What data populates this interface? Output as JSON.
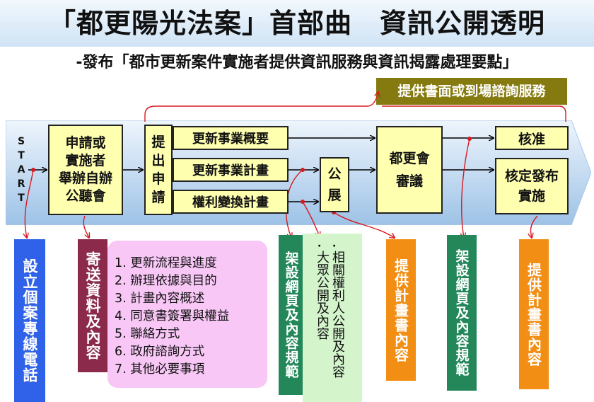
{
  "header": {
    "title": "「都更陽光法案」首部曲　資訊公開透明",
    "subtitle": "-發布「都市更新案件實施者提供資訊服務與資訊揭露處理要點」"
  },
  "service_box": "提供書面或到場諮詢服務",
  "start_letters": [
    "S",
    "T",
    "A",
    "R",
    "T"
  ],
  "flow": {
    "apply": [
      "申請或",
      "實施者",
      "舉辦自辦",
      "公聽會"
    ],
    "submit": [
      "提",
      "出",
      "申",
      "請"
    ],
    "items": [
      "更新事業概要",
      "更新事業計畫",
      "權利變換計畫"
    ],
    "exhibit": [
      "公",
      "展"
    ],
    "review": [
      "都更會",
      "審議"
    ],
    "approve": "核准",
    "publish": [
      "核定發布",
      "實施"
    ]
  },
  "bars": {
    "b1": "設立個案專線電話",
    "b2": "寄送資料及內容",
    "b3": "架設網頁及內容規範",
    "b4": "提供計畫書內容",
    "b5": "架設網頁及內容規範",
    "b6": "提供計畫書內容"
  },
  "mail_list": [
    "1. 更新流程與進度",
    "2. 辦理依據與目的",
    "3. 計畫內容概述",
    "4. 同意書簽署與權益",
    "5. 聯絡方式",
    "6. 政府諮詢方式",
    "7. 其他必要事項"
  ],
  "public_notes": [
    "相關權利人公開及內容",
    "大眾公開及內容"
  ],
  "colors": {
    "header_bg": "#cfe3f5",
    "band": "#cfe0f3",
    "box_fill": "#ffffb0",
    "service": "#857a10",
    "blue_bar": "#2f62e8",
    "maroon_bar": "#8b2a4b",
    "green_bar": "#23875a",
    "orange_bar": "#f28e13",
    "pink_box": "#f8c7f6",
    "light_green": "#d4f5cc",
    "arrow_red": "#d71920"
  }
}
